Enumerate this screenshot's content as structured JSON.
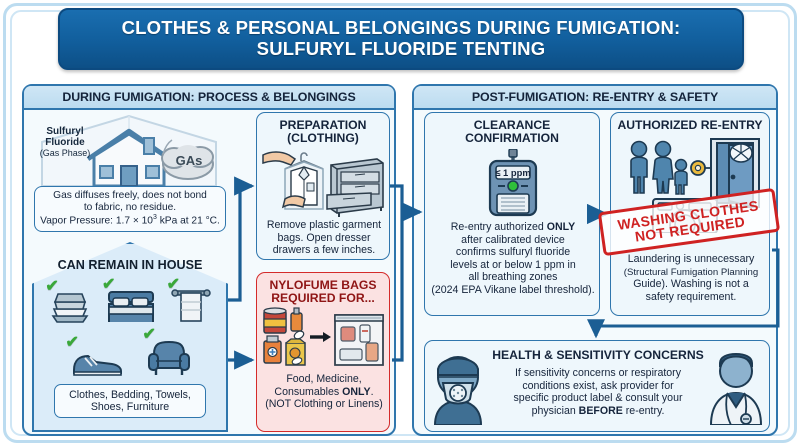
{
  "title": {
    "line1": "CLOTHES & PERSONAL BELONGINGS DURING FUMIGATION:",
    "line2": "SULFURYL FLUORIDE TENTING"
  },
  "panels": {
    "left": {
      "header": "DURING FUMIGATION: PROCESS & BELONGINGS"
    },
    "right": {
      "header": "POST-FUMIGATION: RE-ENTRY & SAFETY"
    }
  },
  "tent": {
    "label_line1": "Sulfuryl",
    "label_line2": "Fluoride",
    "label_line3": "(Gas Phase)",
    "cloud_label": "GAs"
  },
  "gas_note": {
    "line1": "Gas diffuses freely, does not bond",
    "line2": "to fabric, no residue.",
    "line3_prefix": "Vapor Pressure: 1.7 × 10",
    "line3_exp": "3",
    "line3_suffix": " kPa at 21 °C."
  },
  "remain_in_house": {
    "title": "CAN REMAIN IN HOUSE",
    "check_mark": "✔",
    "icons": [
      "folded-clothes-icon",
      "bed-icon",
      "towel-rack-icon",
      "shoe-icon",
      "armchair-icon"
    ],
    "caption_line1": "Clothes, Bedding, Towels,",
    "caption_line2": "Shoes, Furniture"
  },
  "preparation": {
    "title_line1": "PREPARATION",
    "title_line2": "(CLOTHING)",
    "body_line1": "Remove plastic garment",
    "body_line2": "bags. Open dresser",
    "body_line3": "drawers a few inches."
  },
  "nylofume": {
    "title_line1": "NYLOFUME BAGS",
    "title_line2": "REQUIRED FOR...",
    "body_line1": "Food, Medicine,",
    "body_line2_pre": "Consumables ",
    "body_line2_bold": "ONLY",
    "body_line2_post": ".",
    "body_line3": "(NOT Clothing or Linens)"
  },
  "clearance": {
    "title_line1": "CLEARANCE",
    "title_line2": "CONFIRMATION",
    "device_reading": "≤ 1 ppm",
    "body_line1_pre": "Re-entry authorized ",
    "body_line1_bold": "ONLY",
    "body_line2": "after calibrated device",
    "body_line3": "confirms sulfuryl fluoride",
    "body_line4": "levels at or below 1 ppm in",
    "body_line5": "all breathing zones",
    "body_line6": "(2024 EPA Vikane label threshold)."
  },
  "authorized": {
    "title": "AUTHORIZED RE-ENTRY",
    "stamp_line1": "WASHING CLOTHES",
    "stamp_line2": "NOT REQUIRED",
    "body_line1": "Laundering is unnecessary",
    "body_line2": "(Structural Fumigation Planning",
    "body_line3": "Guide). Washing is not a",
    "body_line4": "safety requirement."
  },
  "health": {
    "title": "HEALTH & SENSITIVITY CONCERNS",
    "body_line1": "If sensitivity concerns or respiratory",
    "body_line2": "conditions exist, ask provider for",
    "body_line3": "specific product label & consult your",
    "body_line4_pre": "physician ",
    "body_line4_bold": "BEFORE",
    "body_line4_post": " re-entry."
  },
  "colors": {
    "banner_blue": "#115e9c",
    "panel_border": "#2f76ad",
    "panel_header": "#bcdcf0",
    "card_bg": "#eef7fc",
    "alert_red": "#d42b2b",
    "alert_bg": "#fbe2e2",
    "check_green": "#3aa83a",
    "icon_blue": "#4a7fa8",
    "frame_light": "#bcdcf0"
  }
}
